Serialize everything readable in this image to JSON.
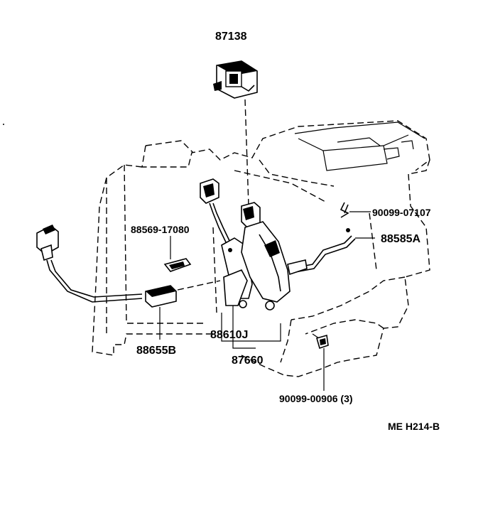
{
  "labels": {
    "p87138": "87138",
    "p90099_07107": "90099-07107",
    "p88585A": "88585A",
    "p88569_17080": "88569-17080",
    "p88610J": "88610J",
    "p88655B": "88655B",
    "p87660": "87660",
    "p90099_00906": "90099-00906 (3)",
    "drawing_code": "ME H214-B"
  }
}
